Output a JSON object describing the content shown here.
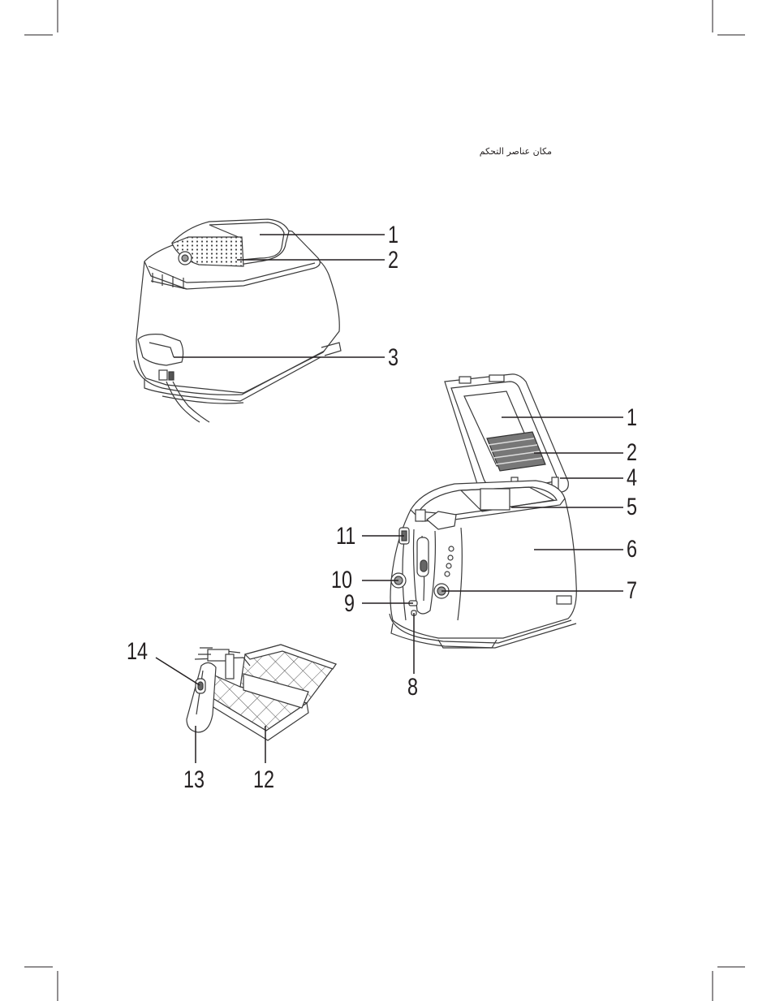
{
  "page": {
    "heading": "مكان عناصر التحكم"
  },
  "figure_top": {
    "callouts": [
      "1",
      "2",
      "3"
    ]
  },
  "figure_open": {
    "callouts": [
      "1",
      "2",
      "4",
      "5",
      "6",
      "7",
      "11",
      "10",
      "9",
      "8"
    ]
  },
  "figure_basket": {
    "callouts": [
      "14",
      "13",
      "12"
    ]
  }
}
